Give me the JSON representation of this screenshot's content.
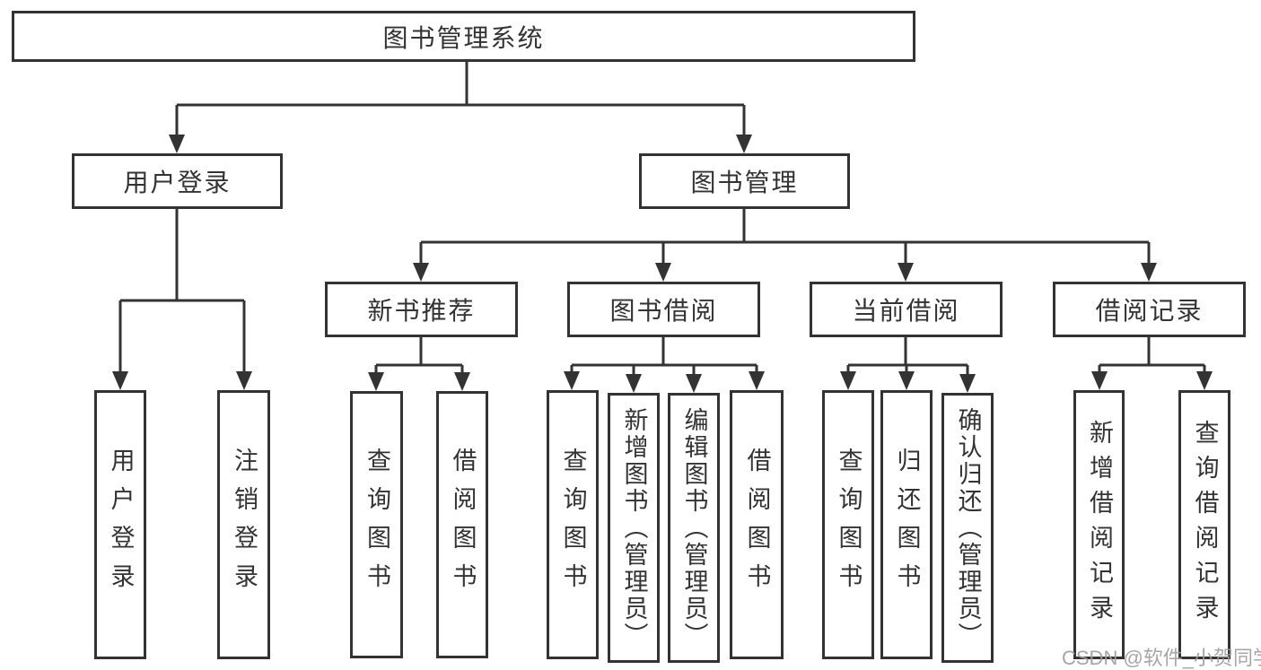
{
  "colors": {
    "line": "#333333",
    "text": "#333333",
    "box_background": "#ffffff",
    "watermark": "#9f9f9f",
    "background": "#ffffff"
  },
  "diagram_type": "hierarchy-tree",
  "tree": {
    "root": {
      "label": "图书管理系统"
    },
    "children": [
      {
        "label": "用户登录",
        "children": [
          {
            "label": "用户登录"
          },
          {
            "label": "注销登录"
          }
        ]
      },
      {
        "label": "图书管理",
        "children": [
          {
            "label": "新书推荐",
            "children": [
              {
                "label": "查询图书"
              },
              {
                "label": "借阅图书"
              }
            ]
          },
          {
            "label": "图书借阅",
            "children": [
              {
                "label": "查询图书"
              },
              {
                "label": "新增图书（管理员）"
              },
              {
                "label": "编辑图书（管理员）"
              },
              {
                "label": "借阅图书"
              }
            ]
          },
          {
            "label": "当前借阅",
            "children": [
              {
                "label": "查询图书"
              },
              {
                "label": "归还图书"
              },
              {
                "label": "确认归还（管理员）"
              }
            ]
          },
          {
            "label": "借阅记录",
            "children": [
              {
                "label": "新增借阅记录"
              },
              {
                "label": "查询借阅记录"
              }
            ]
          }
        ]
      }
    ]
  },
  "watermark": "CSDN @软件_小贺同学"
}
